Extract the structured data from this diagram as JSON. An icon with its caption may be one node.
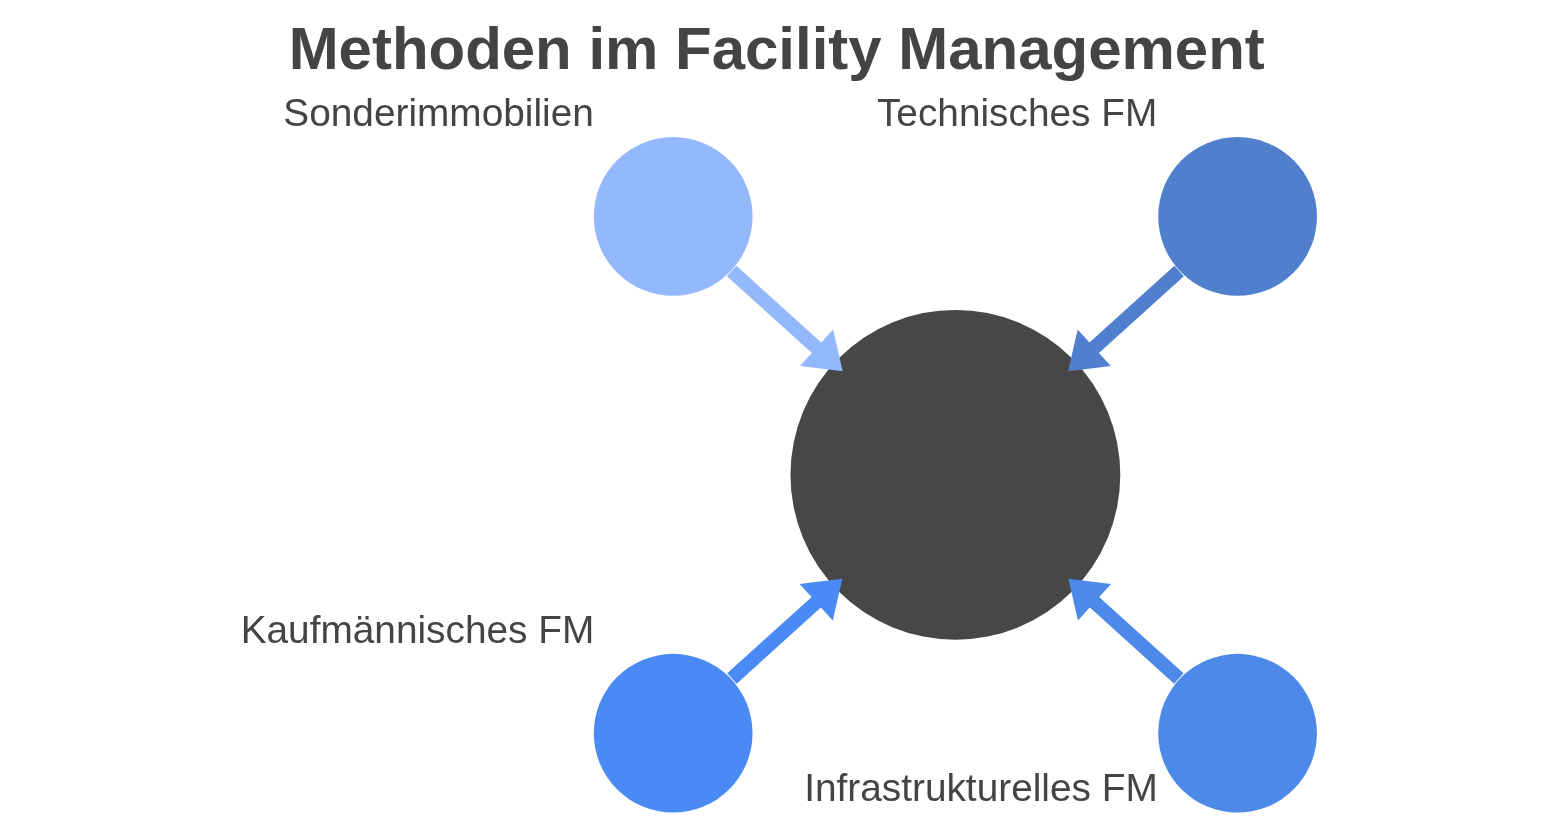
{
  "diagram": {
    "title": "Methoden im Facility Management",
    "nodes": [
      {
        "text": [
          "Sonderimmobilien"
        ]
      },
      {
        "text": [
          "Technisches FM"
        ]
      },
      {
        "text": [],
        "shape": "circle"
      },
      {
        "text": [
          "Kaufmännisches FM"
        ]
      },
      {
        "text": [
          "Infrastrukturelles FM"
        ]
      }
    ],
    "edges": [
      {
        "from": 0,
        "to": 2,
        "arrow": "to",
        "color": "#94b8fc"
      },
      {
        "from": 1,
        "to": 2,
        "arrow": "to",
        "color": "#4f7fcd"
      },
      {
        "from": 3,
        "to": 2,
        "arrow": "to",
        "color": "#4a8af4"
      },
      {
        "from": 4,
        "to": 2,
        "arrow": "to",
        "color": "#4d89e8"
      }
    ]
  }
}
